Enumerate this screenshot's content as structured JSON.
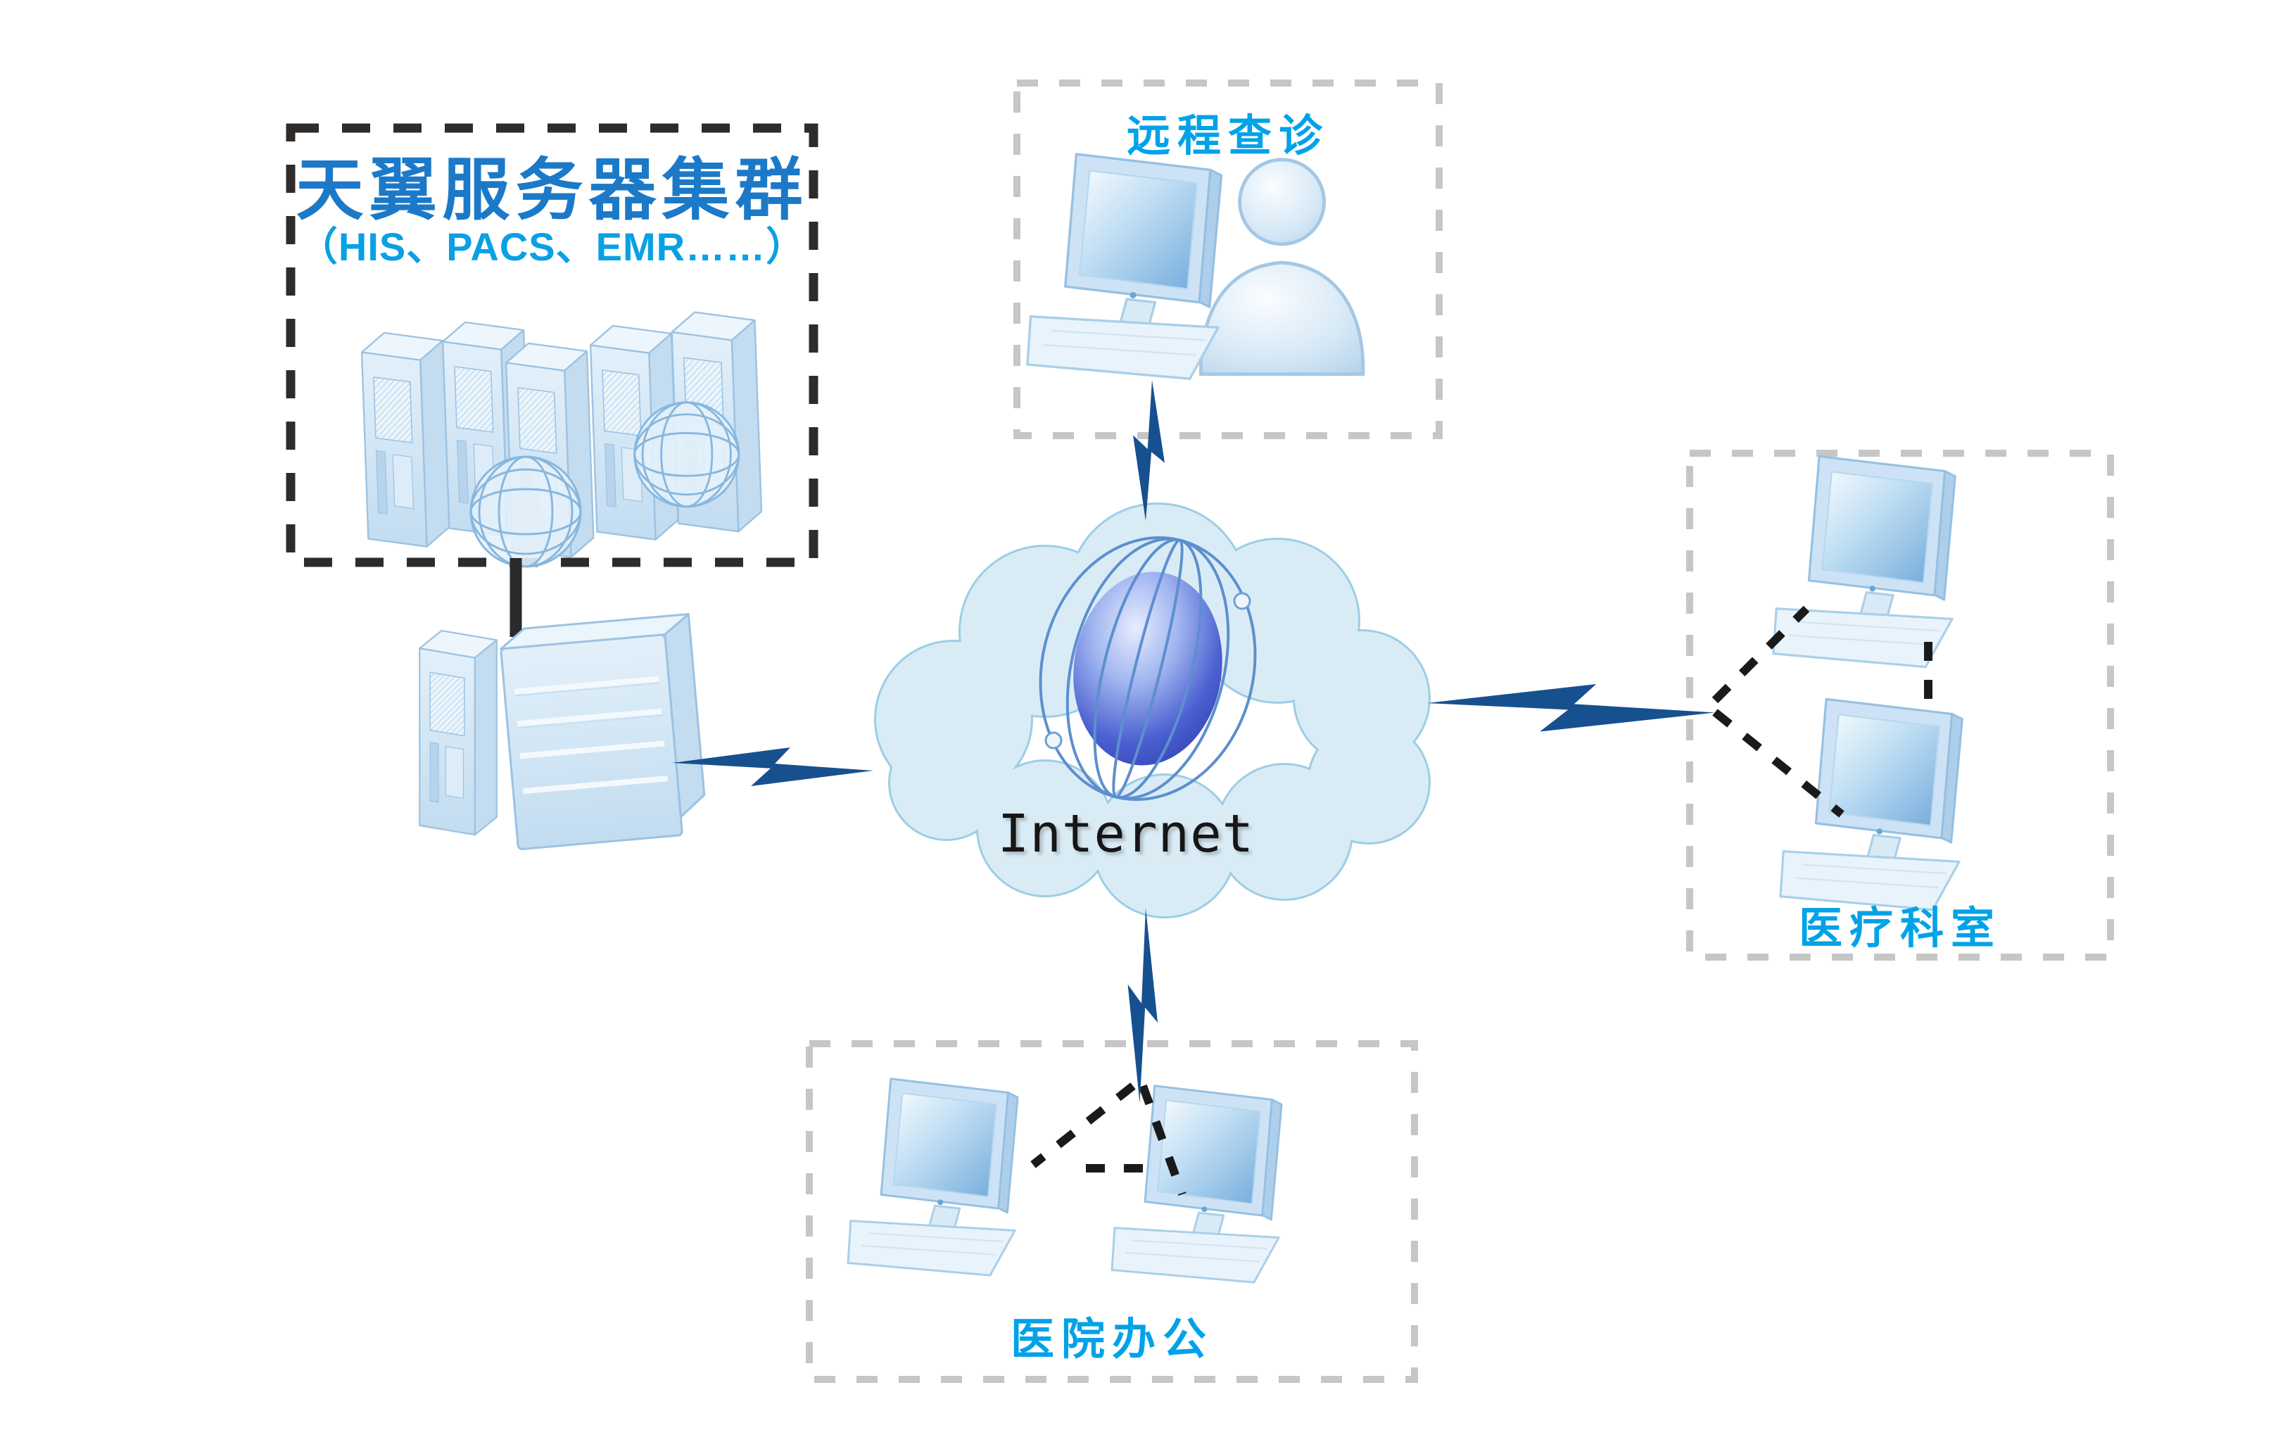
{
  "cluster": {
    "title": "天翼服务器集群",
    "subtitle": "（HIS、PACS、EMR……）"
  },
  "remote": {
    "label": "远程查诊"
  },
  "dept": {
    "label": "医疗科室"
  },
  "office": {
    "label": "医院办公"
  },
  "cloud": {
    "label": "Internet"
  },
  "icons": {
    "cloud": "internet-cloud-icon",
    "globe": "globe-icon",
    "server_tower": "server-tower-icon",
    "storage_server": "storage-server-icon",
    "computer": "desktop-computer-icon",
    "person": "person-icon",
    "lightning": "lightning-bolt-icon",
    "mini_globe": "wireframe-globe-icon"
  },
  "colors": {
    "title_blue": "#1b79c8",
    "label_blue": "#00a2e8",
    "bolt_navy": "#17508f",
    "cloud_fill": "#d9ecf6",
    "cloud_stroke": "#9ccee4",
    "icon_fill": "#cfe4f5",
    "icon_stroke": "#96c0e2",
    "globe_blue": "#3a50c0",
    "dash_dark": "#2f2b28",
    "dash_light": "#c6c6c6",
    "connector_black": "#1a1a1a",
    "internet_text": "#161616"
  }
}
